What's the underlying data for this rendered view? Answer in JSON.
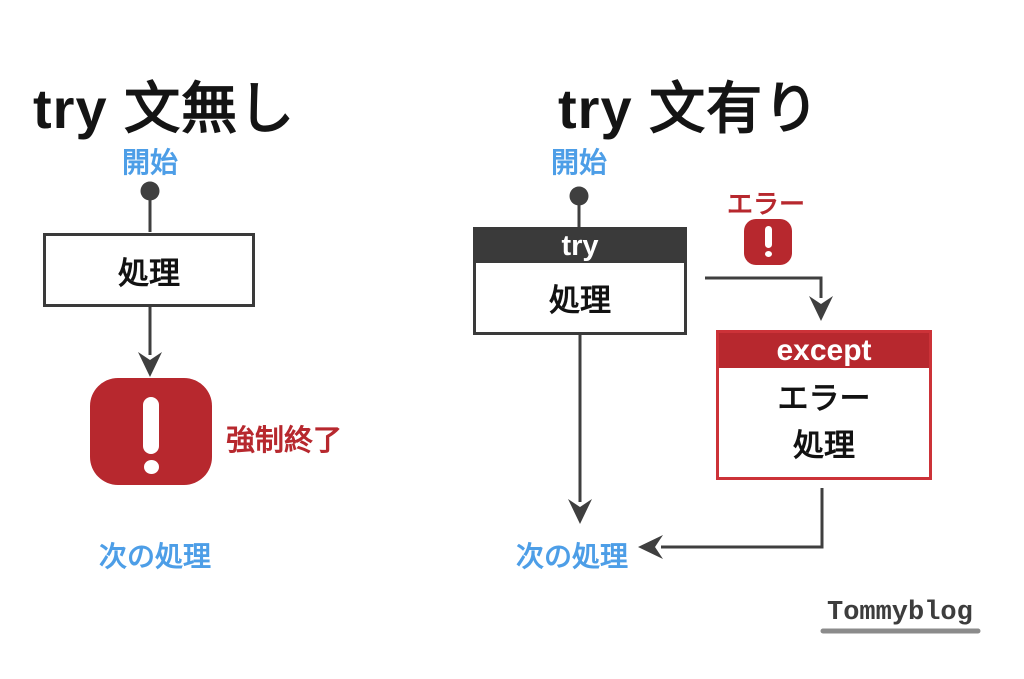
{
  "colors": {
    "red": "#b7282e",
    "red_border": "#cc3238",
    "blue": "#4d9ee7",
    "dark": "#3a3a3a",
    "arrow": "#3f3f3f",
    "underline": "#8b8b8b"
  },
  "icons": {
    "forced_exit": "exclamation-icon",
    "error": "exclamation-icon"
  },
  "left": {
    "title": "try 文無し",
    "start": "開始",
    "process": "処理",
    "forced_exit": "強制終了",
    "next": "次の処理"
  },
  "right": {
    "title": "try 文有り",
    "start": "開始",
    "try_header": "try",
    "try_body": "処理",
    "error_label": "エラー",
    "except_header": "except",
    "except_line1": "エラー",
    "except_line2": "処理",
    "next": "次の処理"
  },
  "watermark": {
    "text": "Tommyblog"
  }
}
